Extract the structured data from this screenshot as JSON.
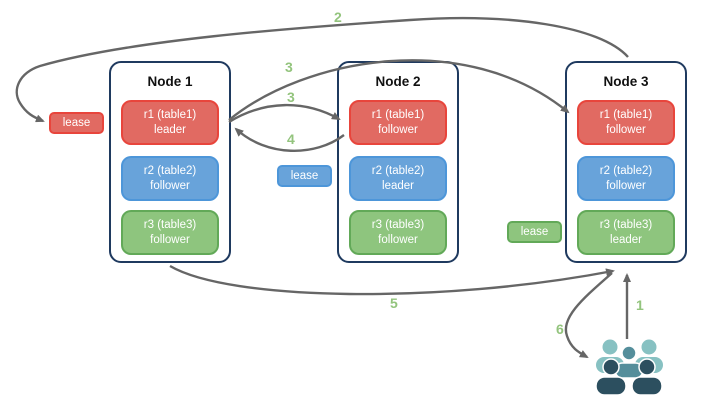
{
  "diagram": {
    "nodes": [
      {
        "title": "Node 1",
        "replicas": [
          {
            "line1": "r1 (table1)",
            "line2": "leader",
            "color": "red"
          },
          {
            "line1": "r2 (table2)",
            "line2": "follower",
            "color": "blue"
          },
          {
            "line1": "r3 (table3)",
            "line2": "follower",
            "color": "green"
          }
        ]
      },
      {
        "title": "Node 2",
        "replicas": [
          {
            "line1": "r1 (table1)",
            "line2": "follower",
            "color": "red"
          },
          {
            "line1": "r2 (table2)",
            "line2": "leader",
            "color": "blue"
          },
          {
            "line1": "r3 (table3)",
            "line2": "follower",
            "color": "green"
          }
        ]
      },
      {
        "title": "Node 3",
        "replicas": [
          {
            "line1": "r1 (table1)",
            "line2": "follower",
            "color": "red"
          },
          {
            "line1": "r2 (table2)",
            "line2": "follower",
            "color": "blue"
          },
          {
            "line1": "r3 (table3)",
            "line2": "leader",
            "color": "green"
          }
        ]
      }
    ],
    "leases": [
      {
        "label": "lease",
        "color": "red"
      },
      {
        "label": "lease",
        "color": "blue"
      },
      {
        "label": "lease",
        "color": "green"
      }
    ],
    "step_labels": [
      {
        "text": "2"
      },
      {
        "text": "3"
      },
      {
        "text": "3"
      },
      {
        "text": "4"
      },
      {
        "text": "5"
      },
      {
        "text": "6"
      },
      {
        "text": "1"
      }
    ],
    "icons": [
      {
        "name": "users-icon"
      }
    ],
    "colors": {
      "arrow": "#666666",
      "step_label": "#93c47d",
      "node_border": "#1f3a5f",
      "red_fill": "#e16a62",
      "red_border": "#e8453c",
      "blue_fill": "#68a3da",
      "blue_border": "#4d96d9",
      "green_fill": "#8ec57e",
      "green_border": "#62a958",
      "users_light": "#87c1c2",
      "users_mid": "#548e9b",
      "users_dark": "#2c4f5f"
    }
  }
}
